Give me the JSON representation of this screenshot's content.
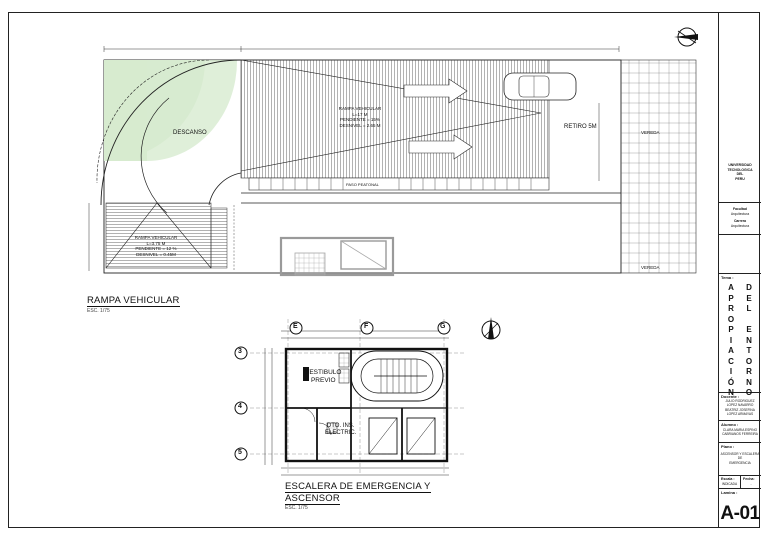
{
  "plan1": {
    "title": "RAMPA VEHICULAR",
    "scale": "ESC. 1/75",
    "labels": {
      "ramp_top_name": "RAMPA VEHICULAR",
      "ramp_top_length": "L=17 M",
      "ramp_top_slope": "PENDIENTE = 15%",
      "ramp_top_level": "DESNIVEL = 2.65 M",
      "descanso": "DESCANSO",
      "retiro": "RETIRO 5M",
      "paso": "PASO PEATONAL",
      "ramp_bottom_name": "RAMPA VEHICULAR",
      "ramp_bottom_length": "L=3.75 M",
      "ramp_bottom_slope": "PENDIENTE = 12 %",
      "ramp_bottom_level": "DESNIVEL = 0.45M",
      "vereda_top": "VEREDA",
      "vereda_bottom": "VEREDA"
    }
  },
  "plan2": {
    "title_line1": "ESCALERA DE EMERGENCIA Y",
    "title_line2": "ASCENSOR",
    "scale": "ESC. 1/75",
    "axes_top": [
      "E",
      "F",
      "G"
    ],
    "axes_left": [
      "3",
      "4",
      "5"
    ],
    "labels": {
      "vestibulo_1": "VESTIBULO",
      "vestibulo_2": "PREVIO",
      "duct_1": "DTO. INS.",
      "duct_2": "ELECTRIC."
    }
  },
  "title_block": {
    "institution": [
      "UNIVERSIDAD",
      "TECNOLOGICA",
      "DEL",
      "PERU"
    ],
    "faculty": [
      "Facultad",
      "Arquitectura"
    ],
    "career": [
      "Carrera",
      "Arquitectura"
    ],
    "tema_label": "Tema :",
    "tema_col1": [
      "A",
      "P",
      "R",
      "O",
      "P",
      "I",
      "A",
      "C",
      "I",
      "Ó",
      "N"
    ],
    "tema_col2": [
      "D",
      "E",
      "L",
      "",
      "E",
      "N",
      "T",
      "O",
      "R",
      "N",
      "O"
    ],
    "docente_label": "Docente :",
    "docente_names": [
      "JULIO RODRIGUEZ",
      "LOPEZ NAVARRO",
      "BEATRIZ JOSEFINA",
      "LOPEZ ARMAYAS"
    ],
    "alumno_label": "Alumno :",
    "alumno_names": [
      "CLARA MARIA ESPINO",
      "CABRIANOS FERREIRA"
    ],
    "plano_label": "Plano :",
    "plano_text": [
      "ASCENSOR Y ESCALERA",
      "DE",
      "EMERGENCIA"
    ],
    "escala_label": "Escala :",
    "escala_value": "INDICADA",
    "fecha_label": "Fecha:",
    "fecha_value": "-",
    "lamina_label": "Lamina :",
    "sheet_code": "A-01"
  }
}
